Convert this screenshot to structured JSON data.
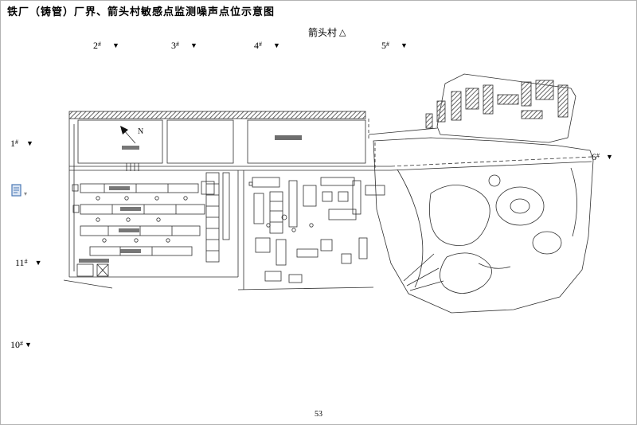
{
  "page": {
    "title": "铁厂（铸管）厂界、箭头村敏感点监测噪声点位示意图",
    "page_number": "53"
  },
  "map": {
    "village": {
      "label": "箭头村",
      "symbol": "△"
    },
    "compass": {
      "label": "N"
    },
    "markers": [
      {
        "num": "2",
        "suffix": "#",
        "symbol": "▼"
      },
      {
        "num": "3",
        "suffix": "#",
        "symbol": "▼"
      },
      {
        "num": "4",
        "suffix": "#",
        "symbol": "▼"
      },
      {
        "num": "5",
        "suffix": "#",
        "symbol": "▼"
      },
      {
        "num": "1",
        "suffix": "#",
        "symbol": "▼"
      },
      {
        "num": "6",
        "suffix": "#",
        "symbol": "▼"
      },
      {
        "num": "11",
        "suffix": "#",
        "symbol": "▼"
      },
      {
        "num": "10",
        "suffix": "#",
        "symbol": "▼"
      }
    ]
  },
  "icons": {
    "paste_dropdown": "▾"
  }
}
